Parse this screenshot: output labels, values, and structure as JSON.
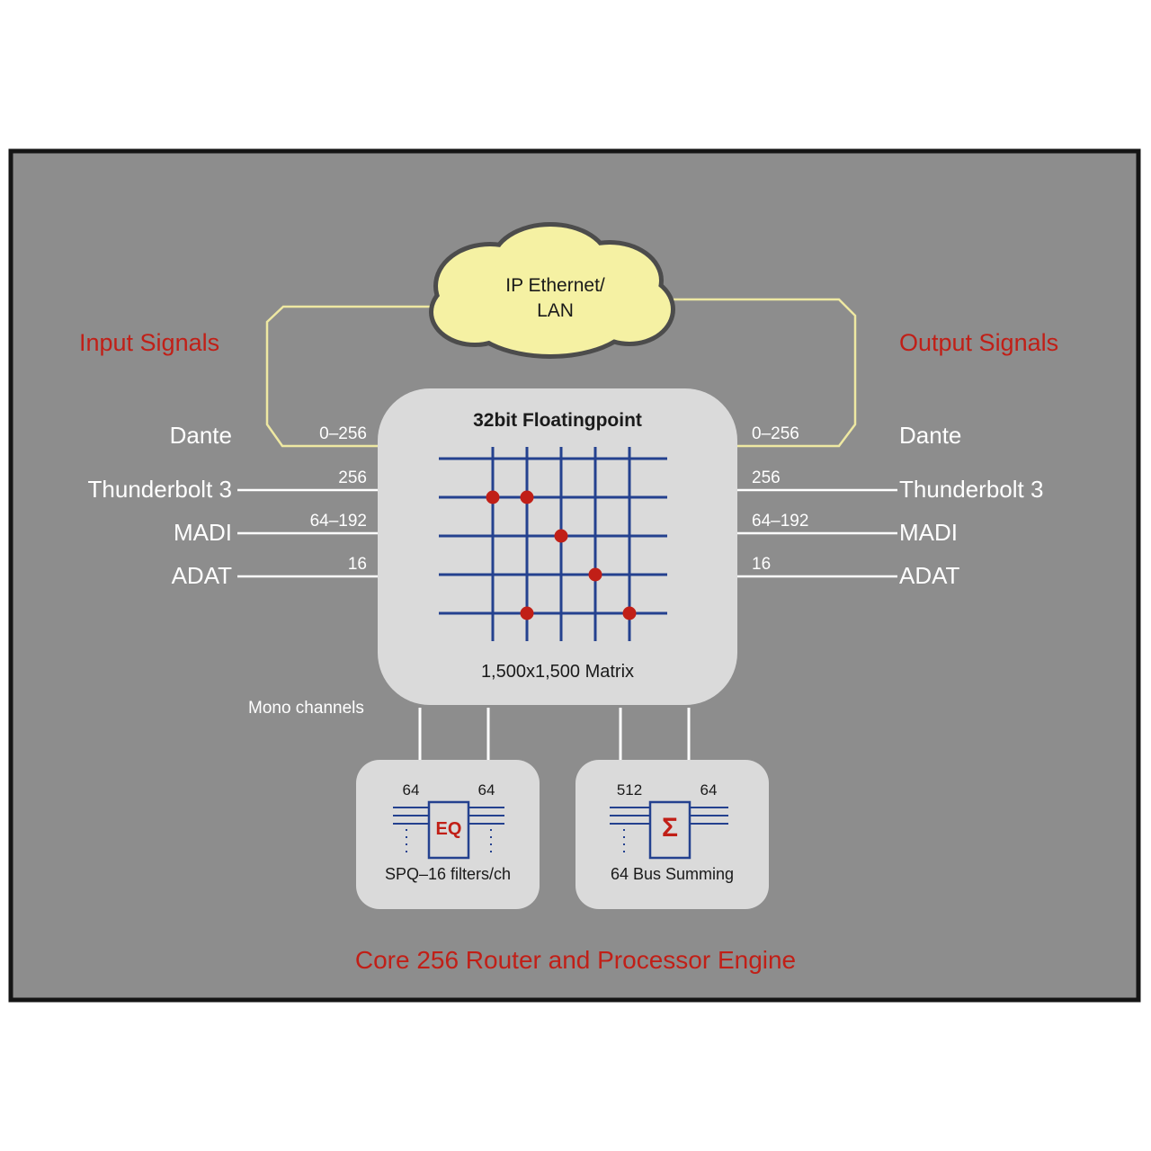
{
  "colors": {
    "red": "#c11f17",
    "panel_gray": "#8d8d8d",
    "box_gray": "#dadada",
    "navy": "#24418f",
    "cloud_fill": "#f5f1a3",
    "cloud_stroke": "#4c4c4c",
    "yellow_line": "#eee8a2",
    "white": "#ffffff",
    "black": "#1a1a1a"
  },
  "cloud": {
    "line1": "IP Ethernet/",
    "line2": "LAN"
  },
  "headers": {
    "input": "Input Signals",
    "output": "Output Signals"
  },
  "inputs": {
    "rows": [
      {
        "label": "Dante",
        "value": "0–256"
      },
      {
        "label": "Thunderbolt 3",
        "value": "256"
      },
      {
        "label": "MADI",
        "value": "64–192"
      },
      {
        "label": "ADAT",
        "value": "16"
      }
    ]
  },
  "outputs": {
    "rows": [
      {
        "label": "Dante",
        "value": "0–256"
      },
      {
        "label": "Thunderbolt 3",
        "value": "256"
      },
      {
        "label": "MADI",
        "value": "64–192"
      },
      {
        "label": "ADAT",
        "value": "16"
      }
    ]
  },
  "matrix": {
    "title": "32bit Floatingpoint",
    "caption": "1,500x1,500 Matrix",
    "mono_label": "Mono channels"
  },
  "eq_block": {
    "in_count": "64",
    "out_count": "64",
    "symbol": "EQ",
    "caption": "SPQ–16 filters/ch"
  },
  "sum_block": {
    "in_count": "512",
    "out_count": "64",
    "symbol": "Σ",
    "caption": "64 Bus Summing"
  },
  "footer": {
    "title": "Core 256 Router and Processor Engine"
  }
}
